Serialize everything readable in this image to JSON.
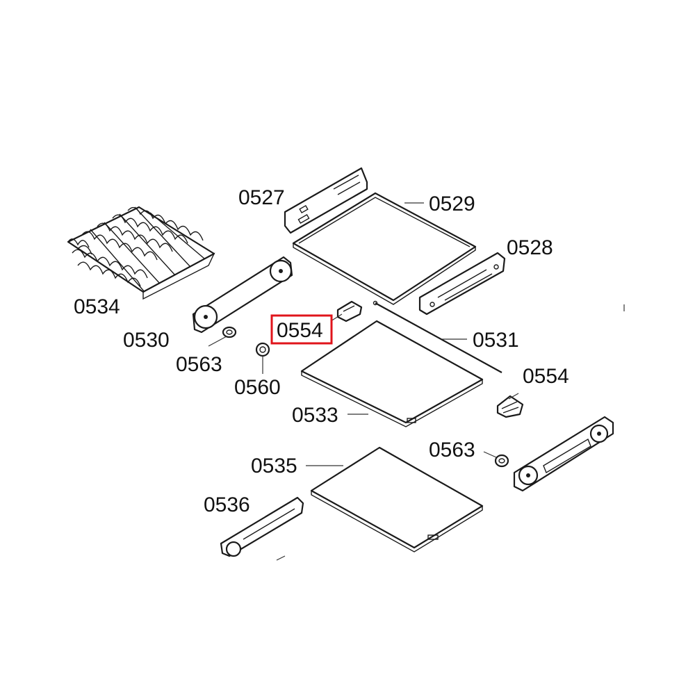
{
  "diagram": {
    "highlight_color": "#e0141b",
    "labels": {
      "p0527": "0527",
      "p0529": "0529",
      "p0528": "0528",
      "p0534": "0534",
      "p0530": "0530",
      "p0554a": "0554",
      "p0531": "0531",
      "p0563a": "0563",
      "p0560": "0560",
      "p0554b": "0554",
      "p0533": "0533",
      "p0563b": "0563",
      "p0535": "0535",
      "p0536": "0536"
    }
  }
}
